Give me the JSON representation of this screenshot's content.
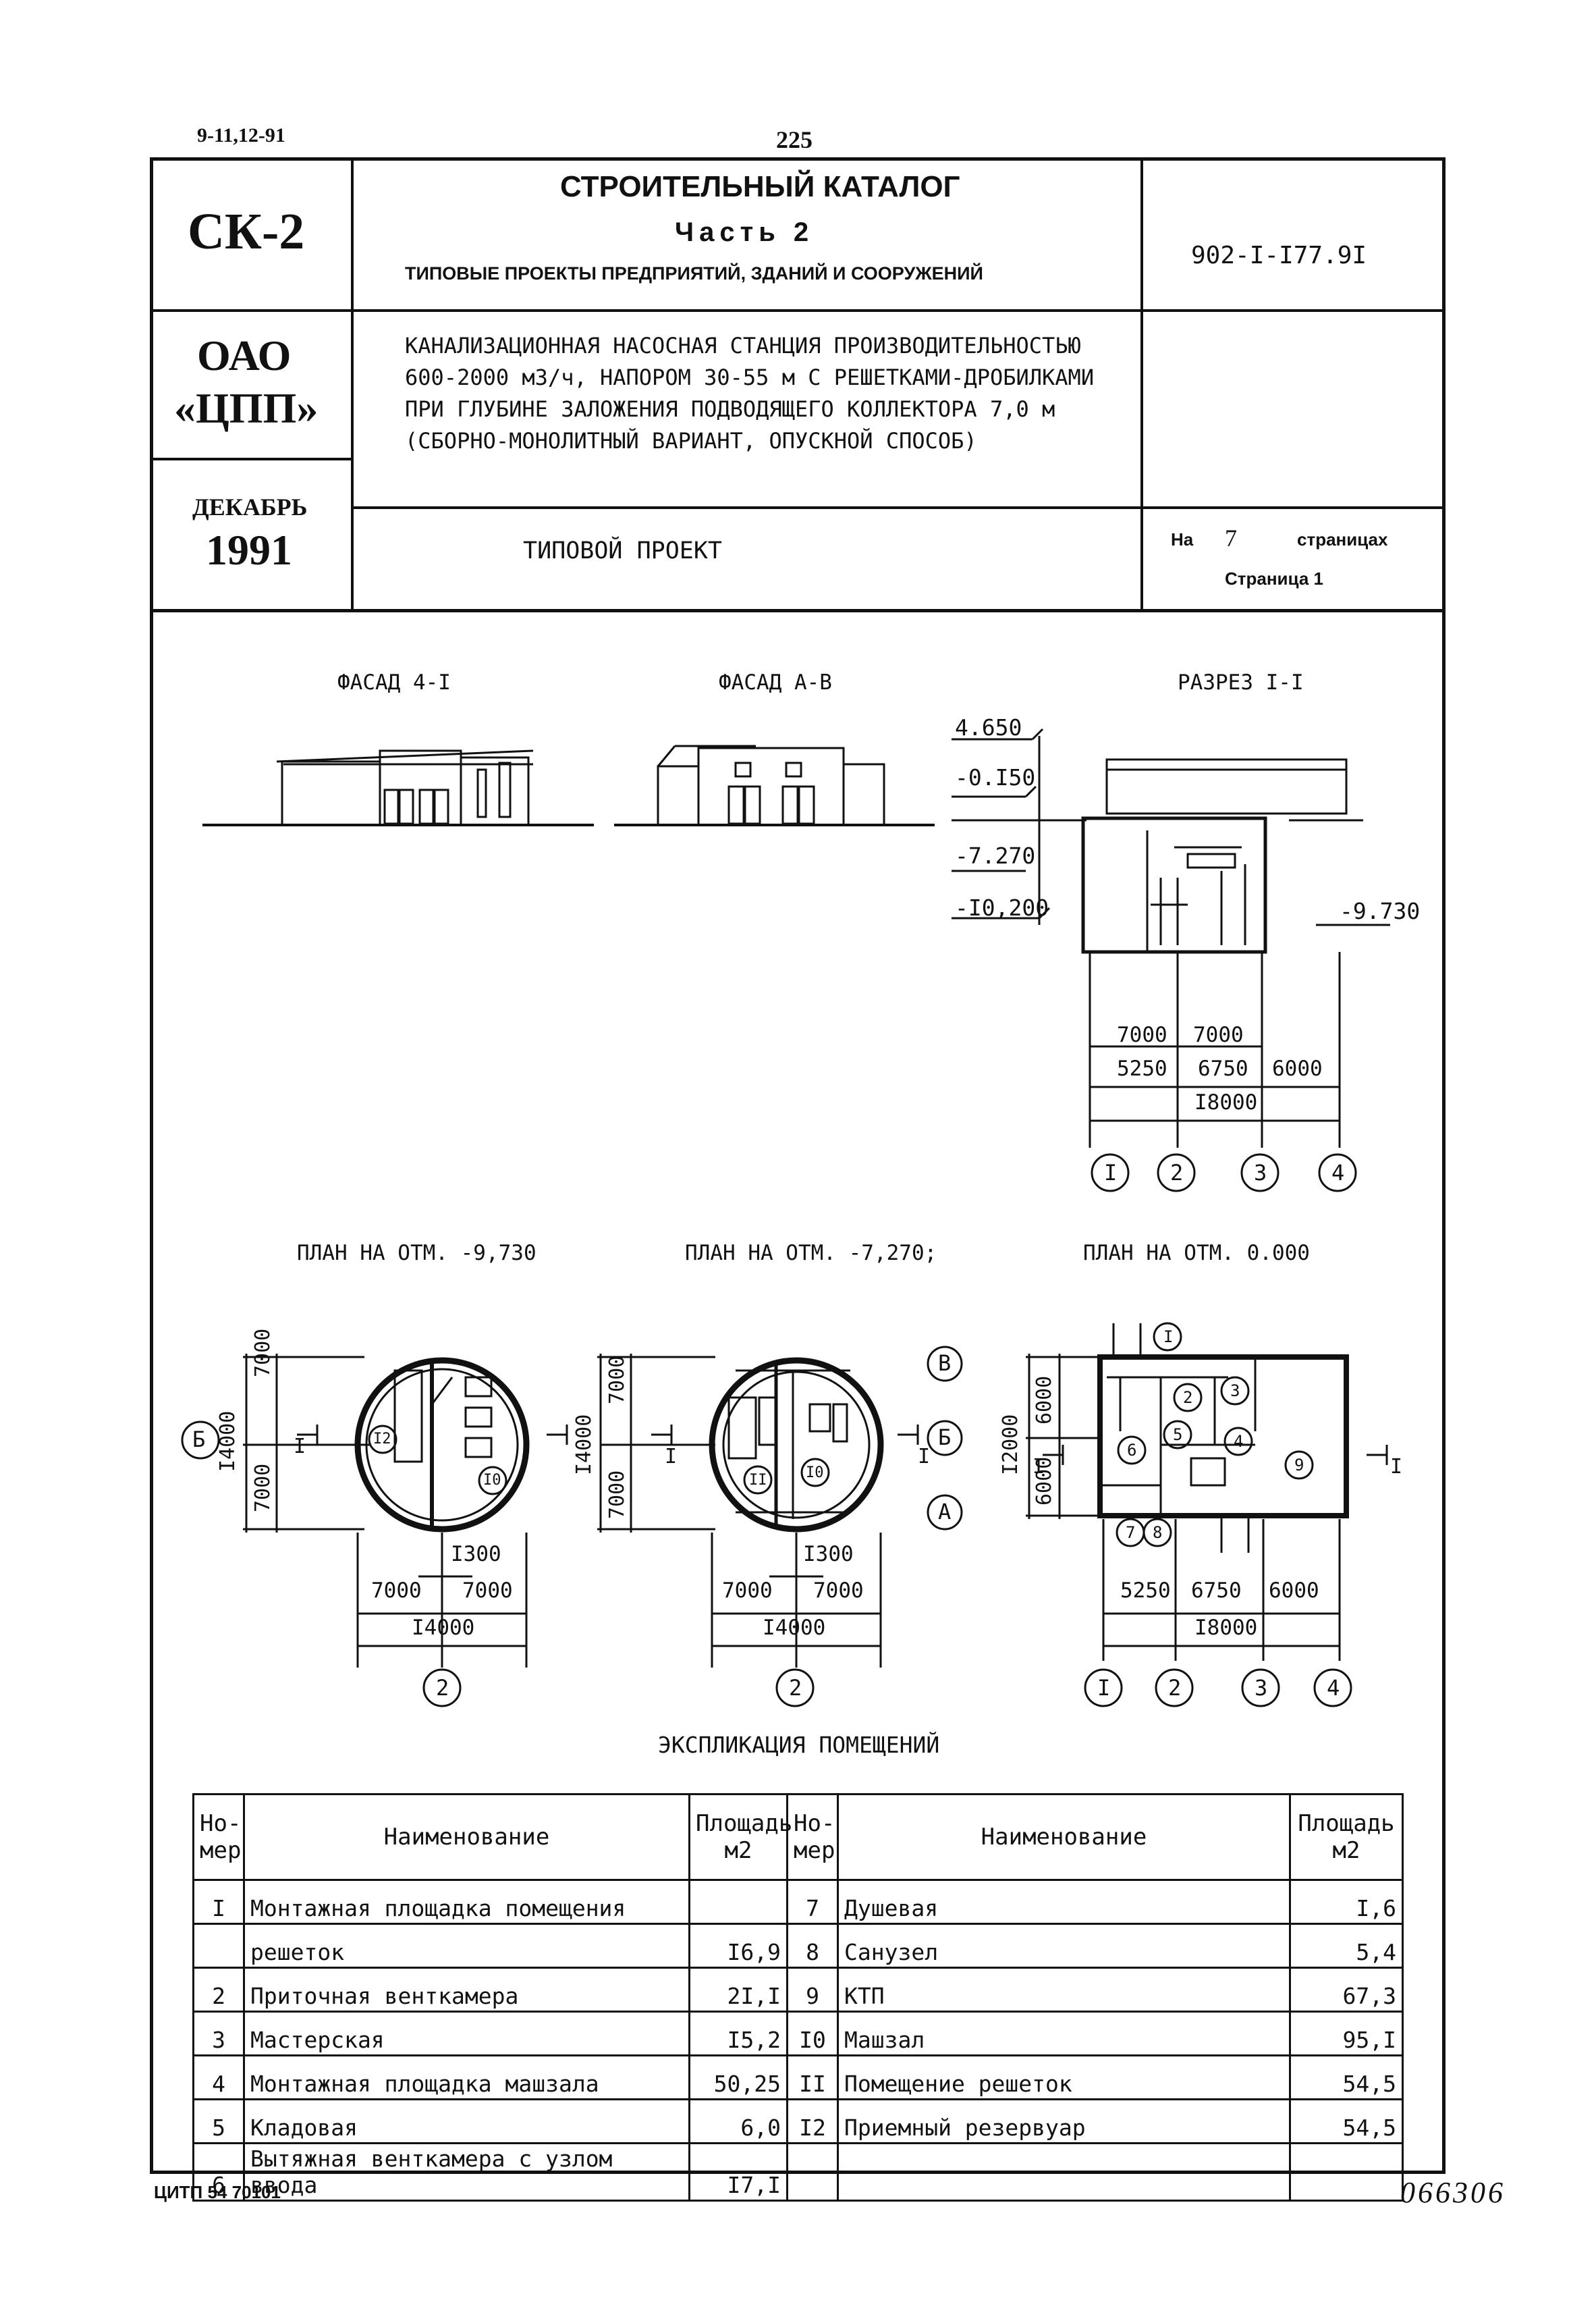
{
  "page_top": {
    "doc_code": "9-11,12-91",
    "page_number": "225"
  },
  "header": {
    "catalog_code": "СК-2",
    "catalog_title": "СТРОИТЕЛЬНЫЙ КАТАЛОГ",
    "part": "Часть 2",
    "part_subtitle": "ТИПОВЫЕ ПРОЕКТЫ ПРЕДПРИЯТИЙ, ЗДАНИЙ И СООРУЖЕНИЙ",
    "project_code": "902-I-I77.9I",
    "org_line1": "ОАО",
    "org_line2": "«ЦПП»",
    "description_lines": [
      "КАНАЛИЗАЦИОННАЯ НАСОСНАЯ СТАНЦИЯ ПРОИЗВОДИТЕЛЬНОСТЬЮ",
      "600-2000 м3/ч, НАПОРОМ 30-55 м С РЕШЕТКАМИ-ДРОБИЛКАМИ",
      "ПРИ ГЛУБИНЕ ЗАЛОЖЕНИЯ ПОДВОДЯЩЕГО КОЛЛЕКТОРА 7,0 м",
      "(СБОРНО-МОНОЛИТНЫЙ ВАРИАНТ, ОПУСКНОЙ СПОСОБ)"
    ],
    "month": "ДЕКАБРЬ",
    "year": "1991",
    "doc_type": "ТИПОВОЙ ПРОЕКТ",
    "pages_prefix": "На",
    "pages_count": "7",
    "pages_suffix": "страницах",
    "page_label": "Страница 1"
  },
  "drawings": {
    "facade1_title": "ФАСАД 4-I",
    "facade2_title": "ФАСАД А-В",
    "section_title": "РАЗРЕЗ I-I",
    "section_levels": [
      "4.650",
      "-0.I50",
      "-7.270",
      "-I0,200",
      "-9.730"
    ],
    "section_dims_top": [
      "7000",
      "7000"
    ],
    "section_dims_mid": [
      "5250",
      "6750",
      "6000"
    ],
    "section_dims_total": "I8000",
    "plan1_title": "ПЛАН НА ОТМ. -9,730",
    "plan2_title": "ПЛАН НА ОТМ. -7,270;",
    "plan3_title": "ПЛАН НА ОТМ. 0.000",
    "plan_dims_v": [
      "7000",
      "7000",
      "I4000"
    ],
    "plan_dim_offset": "I300",
    "plan_dims_h": [
      "7000",
      "7000"
    ],
    "plan_dim_total": "I4000",
    "plan3_dims_v": [
      "6000",
      "6000",
      "I2000"
    ],
    "plan3_dims_h": [
      "5250",
      "6750",
      "6000"
    ],
    "plan3_dim_total": "I8000",
    "axis_labels_num": [
      "I",
      "2",
      "3",
      "4"
    ],
    "axis_labels_letter": [
      "В",
      "Б",
      "А"
    ],
    "section_mark": "I",
    "room_markers": [
      "I",
      "2",
      "3",
      "4",
      "5",
      "6",
      "7",
      "8",
      "9",
      "I0",
      "II",
      "I2"
    ]
  },
  "explication": {
    "title": "ЭКСПЛИКАЦИЯ ПОМЕЩЕНИЙ",
    "headers": {
      "num": "Но-мер",
      "name": "Наименование",
      "area": "Площадь м2"
    },
    "left_rows": [
      {
        "num": "I",
        "name": "Монтажная площадка помещения",
        "area": ""
      },
      {
        "num": "",
        "name": "решеток",
        "area": "I6,9"
      },
      {
        "num": "2",
        "name": "Приточная венткамера",
        "area": "2I,I"
      },
      {
        "num": "3",
        "name": "Мастерская",
        "area": "I5,2"
      },
      {
        "num": "4",
        "name": "Монтажная площадка машзала",
        "area": "50,25"
      },
      {
        "num": "5",
        "name": "Кладовая",
        "area": "6,0"
      },
      {
        "num": "6",
        "name": "Вытяжная венткамера с узлом ввода",
        "area": "I7,I"
      }
    ],
    "right_rows": [
      {
        "num": "7",
        "name": "Душевая",
        "area": "I,6"
      },
      {
        "num": "8",
        "name": "Санузел",
        "area": "5,4"
      },
      {
        "num": "9",
        "name": "КТП",
        "area": "67,3"
      },
      {
        "num": "I0",
        "name": "Машзал",
        "area": "95,I"
      },
      {
        "num": "II",
        "name": "Помещение решеток",
        "area": "54,5"
      },
      {
        "num": "I2",
        "name": "Приемный резервуар",
        "area": "54,5"
      },
      {
        "num": "",
        "name": "",
        "area": ""
      }
    ]
  },
  "footer": {
    "print_code": "ЦИТП 54 70101",
    "handwritten_number": "066306"
  }
}
